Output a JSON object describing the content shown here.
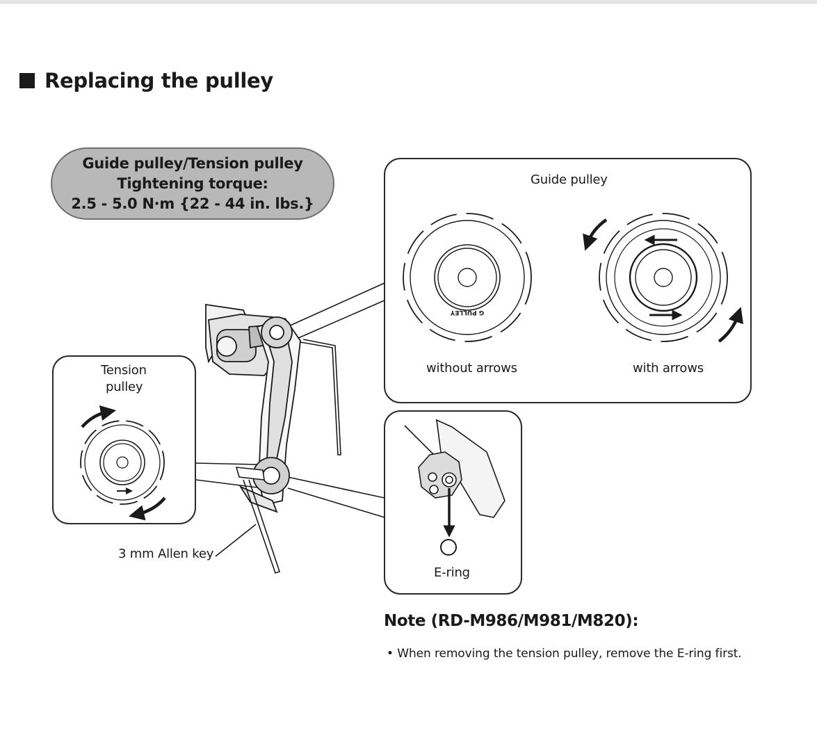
{
  "heading": {
    "icon": "black-square-icon",
    "title": "Replacing the pulley"
  },
  "torque_box": {
    "line1": "Guide pulley/Tension pulley",
    "line2": "Tightening torque:",
    "line3": "2.5 - 5.0 N·m {22 - 44 in. lbs.}"
  },
  "guide_panel": {
    "title": "Guide pulley",
    "left_caption": "without arrows",
    "right_caption": "with arrows",
    "pulley_marking": "G PULLEY"
  },
  "tension_panel": {
    "line1": "Tension",
    "line2": "pulley"
  },
  "ering_panel": {
    "caption": "E-ring"
  },
  "allen_key_label": "3 mm Allen key",
  "note": {
    "title": "Note (RD-M986/M981/M820):",
    "bullet": "• When removing the tension pulley, remove the E-ring first."
  },
  "colors": {
    "pill_fill": "#b8b8b8",
    "line": "#1a1a1a"
  }
}
